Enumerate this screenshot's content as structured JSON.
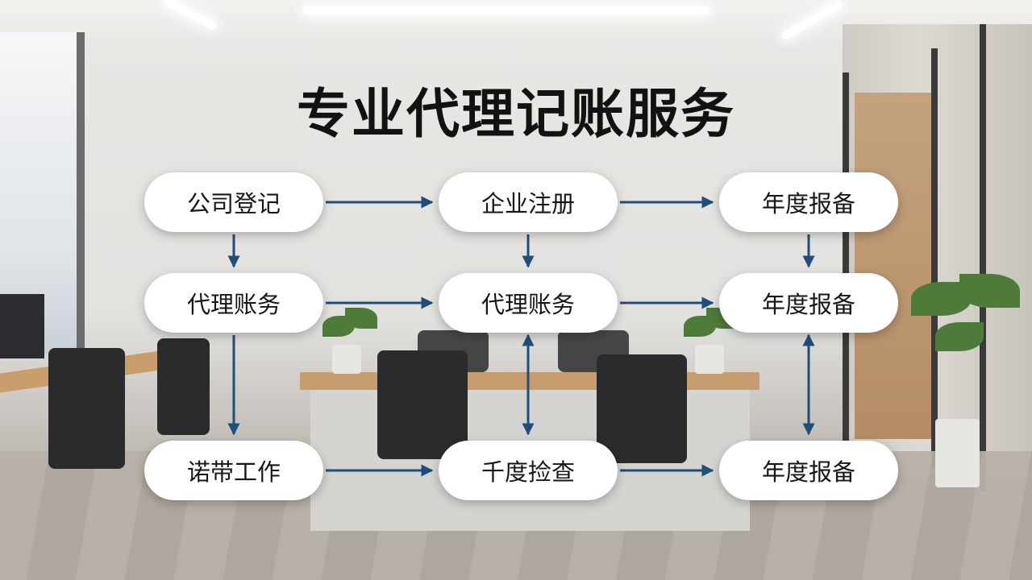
{
  "title": "专业代理记账服务",
  "colors": {
    "arrow": "#1f4e79",
    "node_fill": "#ffffff",
    "title": "#121212"
  },
  "nodes": [
    {
      "id": "r1c1",
      "label": "公司登记"
    },
    {
      "id": "r1c2",
      "label": "企业注册"
    },
    {
      "id": "r1c3",
      "label": "年度报备"
    },
    {
      "id": "r2c1",
      "label": "代理账务"
    },
    {
      "id": "r2c2",
      "label": "代理账务"
    },
    {
      "id": "r2c3",
      "label": "年度报备"
    },
    {
      "id": "r3c1",
      "label": "诺带工作"
    },
    {
      "id": "r3c2",
      "label": "千度捡查"
    },
    {
      "id": "r3c3",
      "label": "年度报备"
    }
  ],
  "edges": [
    {
      "from": "r1c1",
      "to": "r1c2",
      "type": "single"
    },
    {
      "from": "r1c2",
      "to": "r1c3",
      "type": "single"
    },
    {
      "from": "r2c1",
      "to": "r2c2",
      "type": "single"
    },
    {
      "from": "r2c2",
      "to": "r2c3",
      "type": "single"
    },
    {
      "from": "r3c1",
      "to": "r3c2",
      "type": "single"
    },
    {
      "from": "r3c2",
      "to": "r3c3",
      "type": "single"
    },
    {
      "from": "r1c1",
      "to": "r2c1",
      "type": "single"
    },
    {
      "from": "r1c2",
      "to": "r2c2",
      "type": "single"
    },
    {
      "from": "r1c3",
      "to": "r2c3",
      "type": "single"
    },
    {
      "from": "r2c1",
      "to": "r3c1",
      "type": "single"
    },
    {
      "from": "r2c2",
      "to": "r3c2",
      "type": "double"
    },
    {
      "from": "r2c3",
      "to": "r3c3",
      "type": "double"
    }
  ]
}
